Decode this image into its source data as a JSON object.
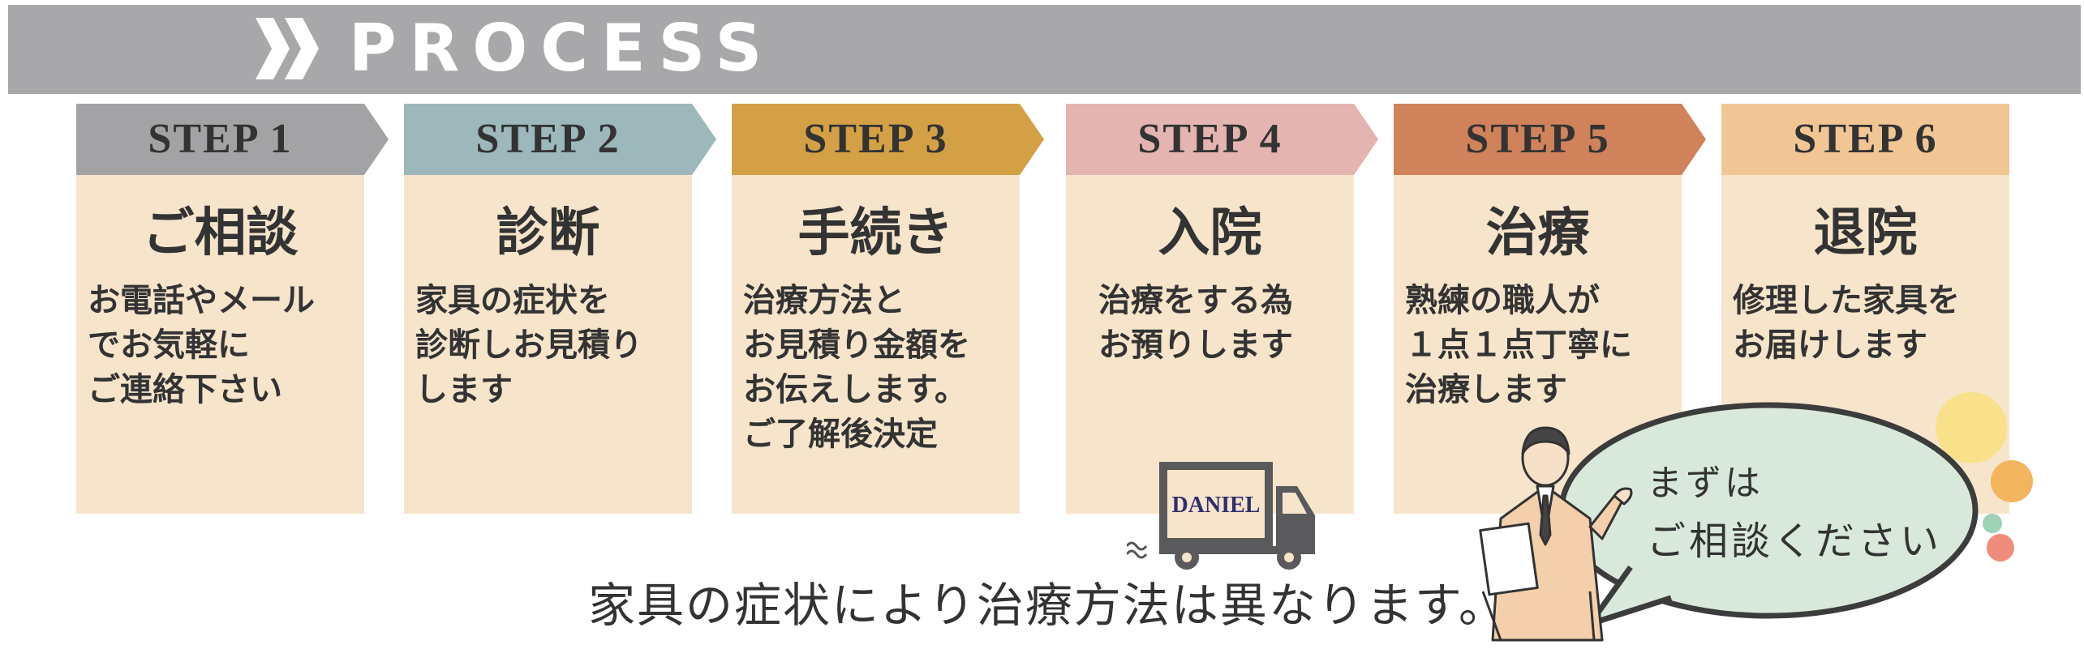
{
  "header": {
    "title": "PROCESS",
    "icon": "double-chevron-right-icon",
    "bar_color": "#a8a8ab"
  },
  "steps": [
    {
      "label": "STEP 1",
      "title": "ご相談",
      "desc": "お電話やメール\nでお気軽に\nご連絡下さい",
      "tab_color": "#a3a3a6"
    },
    {
      "label": "STEP 2",
      "title": "診断",
      "desc": "家具の症状を\n診断しお見積り\nします",
      "tab_color": "#9db8ba"
    },
    {
      "label": "STEP 3",
      "title": "手続き",
      "desc": "治療方法と\nお見積り金額を\nお伝えします。\nご了解後決定",
      "tab_color": "#d4a045"
    },
    {
      "label": "STEP 4",
      "title": "入院",
      "desc": "治療をする為\nお預りします",
      "tab_color": "#e4b4b0",
      "truck_text": "DANIEL"
    },
    {
      "label": "STEP 5",
      "title": "治療",
      "desc": "熟練の職人が\n１点１点丁寧に\n治療します",
      "tab_color": "#d0825a"
    },
    {
      "label": "STEP 6",
      "title": "退院",
      "desc": "修理した家具を\nお届けします",
      "tab_color": "#f2c694"
    }
  ],
  "card_color": "#f6e4cb",
  "footer_note": "家具の症状により治療方法は異なります。",
  "bubble": {
    "line1": "まずは",
    "line2": "ご相談ください",
    "fill": "#d8e9dc"
  },
  "decor_colors": [
    "#f9e18c",
    "#f2b45c",
    "#9fd2b6",
    "#ef8c7c"
  ]
}
